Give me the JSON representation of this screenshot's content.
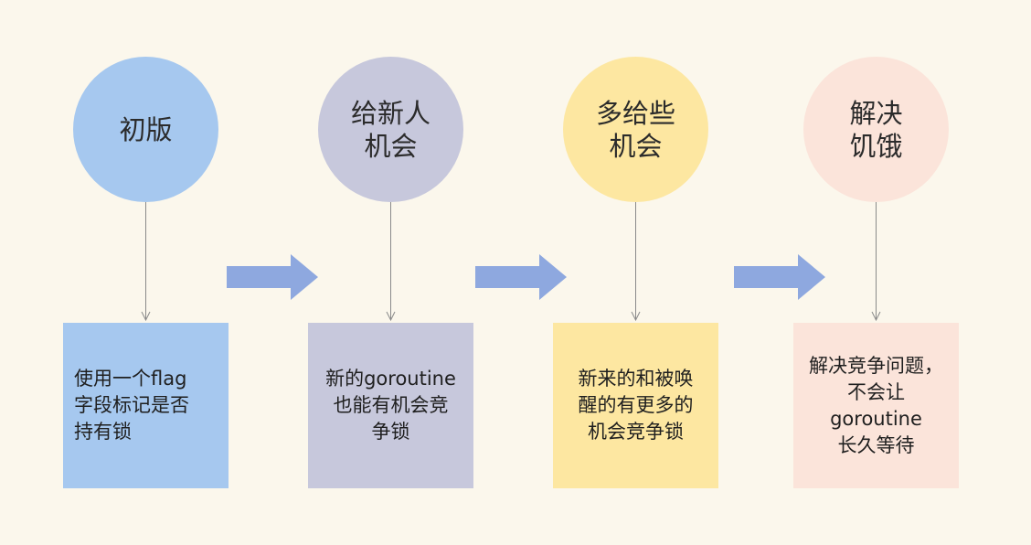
{
  "stages": [
    {
      "title": "初版",
      "description": "使用一个flag\n字段标记是否\n持有锁",
      "circle_color": "#a6c8ef",
      "box_color": "#a6c8ef"
    },
    {
      "title": "给新人\n机会",
      "description": "新的goroutine\n也能有机会竞\n争锁",
      "circle_color": "#c7c8dc",
      "box_color": "#c7c8dc"
    },
    {
      "title": "多给些\n机会",
      "description": "新来的和被唤\n醒的有更多的\n机会竞争锁",
      "circle_color": "#fde7a1",
      "box_color": "#fde7a1"
    },
    {
      "title": "解决\n饥饿",
      "description": "解决竞争问题，\n不会让\ngoroutine\n长久等待",
      "circle_color": "#fbe4da",
      "box_color": "#fbe4da"
    }
  ],
  "colors": {
    "background": "#fbf7ec",
    "arrow": "#8ea8df",
    "connector": "#8a8a8a"
  },
  "icons": [
    "arrow-right-icon",
    "arrow-right-icon",
    "arrow-right-icon"
  ]
}
